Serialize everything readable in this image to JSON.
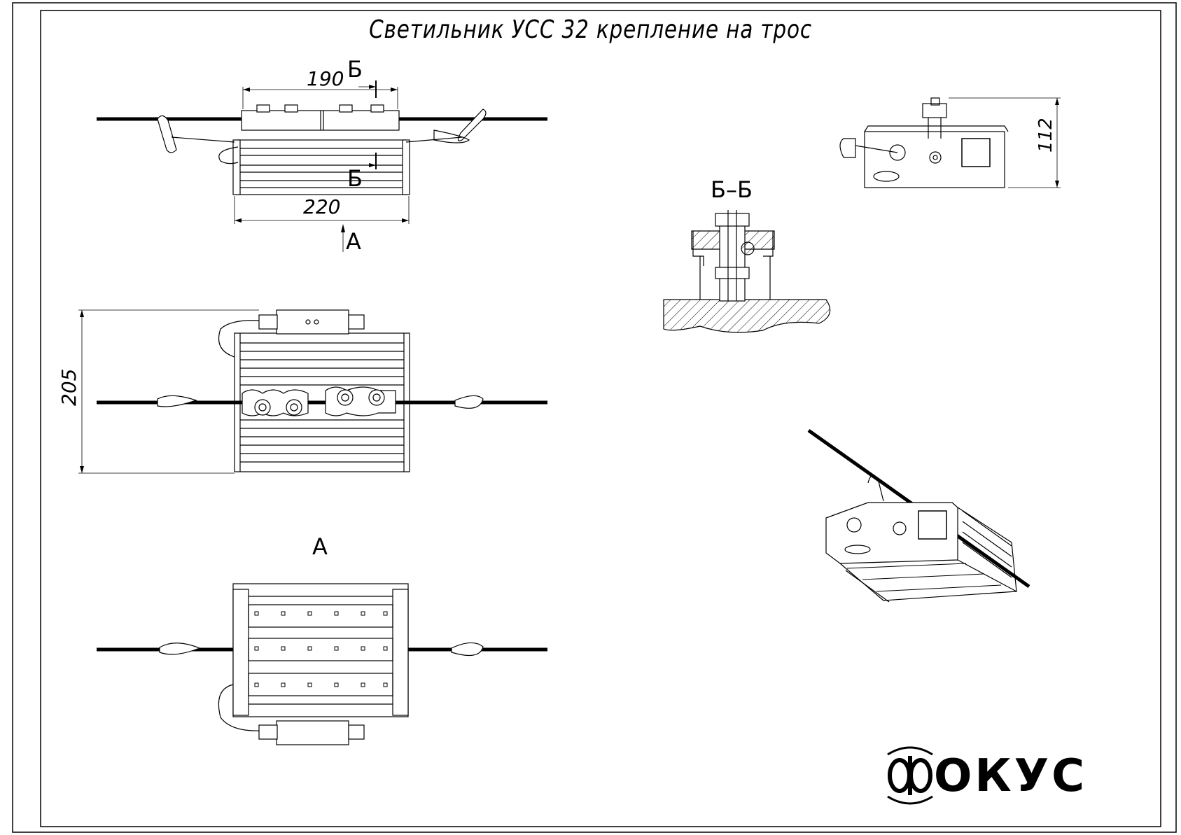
{
  "title": "Светильник УСС 32 крепление на трос",
  "dimensions": {
    "top_width": "190",
    "body_width": "220",
    "height": "205",
    "side_height": "112"
  },
  "section_labels": {
    "cut_top": "Б",
    "cut_bottom": "Б",
    "view_arrow": "А",
    "view_a_title": "А",
    "section_bb_title": "Б–Б"
  },
  "logo": {
    "text": "ОКУС"
  },
  "colors": {
    "line": "#000000",
    "background": "#ffffff"
  }
}
